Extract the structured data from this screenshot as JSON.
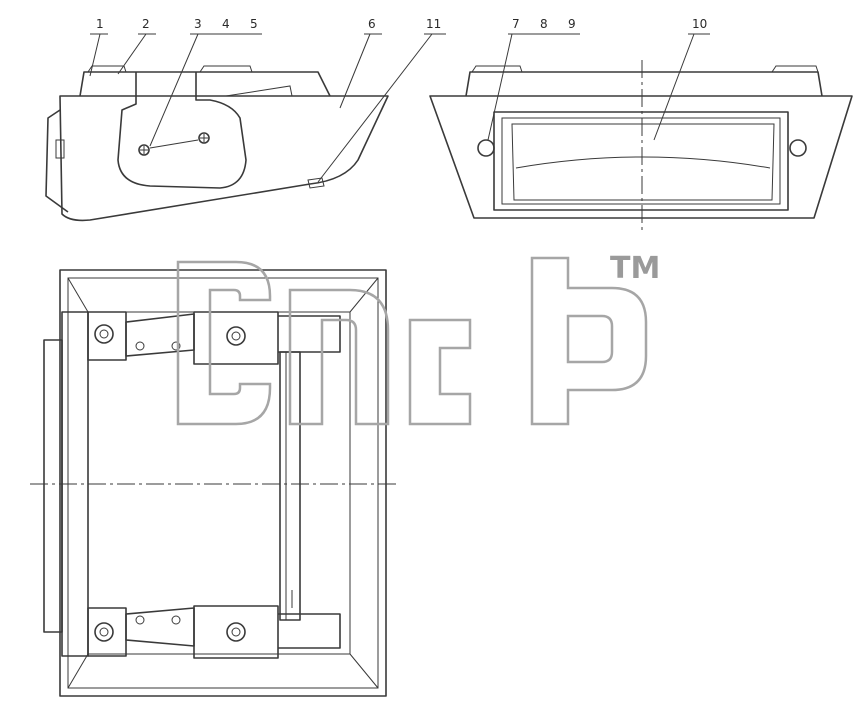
{
  "callouts": {
    "c1": "1",
    "c2": "2",
    "c3": "3",
    "c4": "4",
    "c5": "5",
    "c6": "6",
    "c7": "7",
    "c8": "8",
    "c9": "9",
    "c10": "10",
    "c11": "11"
  },
  "watermark": {
    "trademark": "TM"
  },
  "colors": {
    "line": "#3a3a3a",
    "watermark": "#a6a6a6",
    "background": "#ffffff"
  }
}
